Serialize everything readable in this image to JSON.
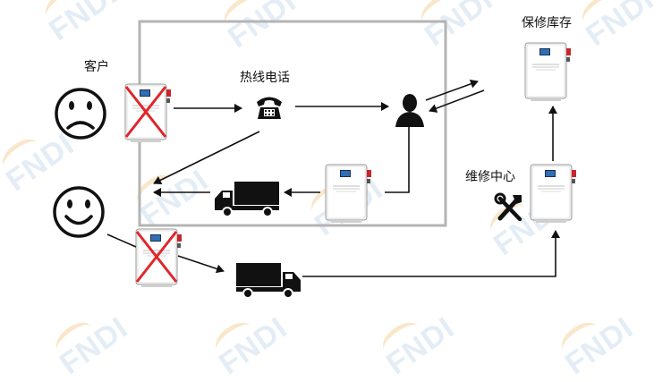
{
  "labels": {
    "customer": "客户",
    "hotline": "热线电话",
    "spare_stock": "保修库存",
    "repair_center": "维修中心"
  },
  "watermark": "FNDI",
  "colors": {
    "frame": "#b4b4b4",
    "arrow": "#111111",
    "cross": "#e0262b",
    "watermark_text": "#dbe8f3",
    "watermark_arc": "#f7ddb2"
  },
  "icons": [
    "sad-face-icon",
    "happy-face-icon",
    "telephone-icon",
    "agent-icon",
    "truck-icon",
    "tools-icon",
    "stabilizer-unit-icon",
    "red-cross-icon"
  ]
}
